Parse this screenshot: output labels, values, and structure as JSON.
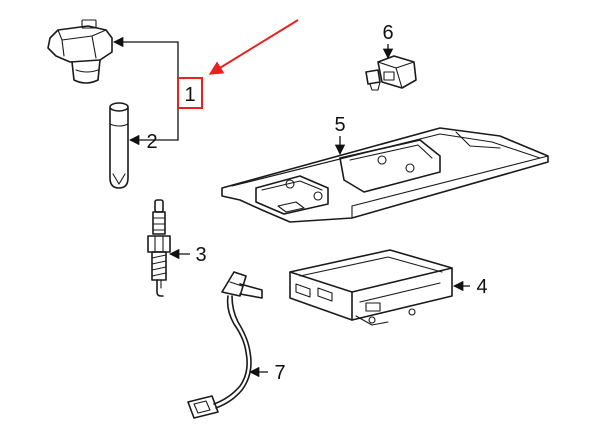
{
  "callouts": [
    {
      "id": 1,
      "text": "1"
    },
    {
      "id": 2,
      "text": "2"
    },
    {
      "id": 3,
      "text": "3"
    },
    {
      "id": 4,
      "text": "4"
    },
    {
      "id": 5,
      "text": "5"
    },
    {
      "id": 6,
      "text": "6"
    },
    {
      "id": 7,
      "text": "7"
    }
  ],
  "parts": [
    {
      "callout": 1,
      "icon": "ignition-coil-icon"
    },
    {
      "callout": 2,
      "icon": "coil-boot-tube-icon"
    },
    {
      "callout": 3,
      "icon": "spark-plug-icon"
    },
    {
      "callout": 4,
      "icon": "control-module-icon"
    },
    {
      "callout": 5,
      "icon": "mounting-plate-icon"
    },
    {
      "callout": 6,
      "icon": "sensor-plug-icon"
    },
    {
      "callout": 7,
      "icon": "sensor-harness-icon"
    }
  ],
  "colors": {
    "line": "#1a1a1a",
    "highlight": "#e8201e",
    "background": "#ffffff"
  }
}
